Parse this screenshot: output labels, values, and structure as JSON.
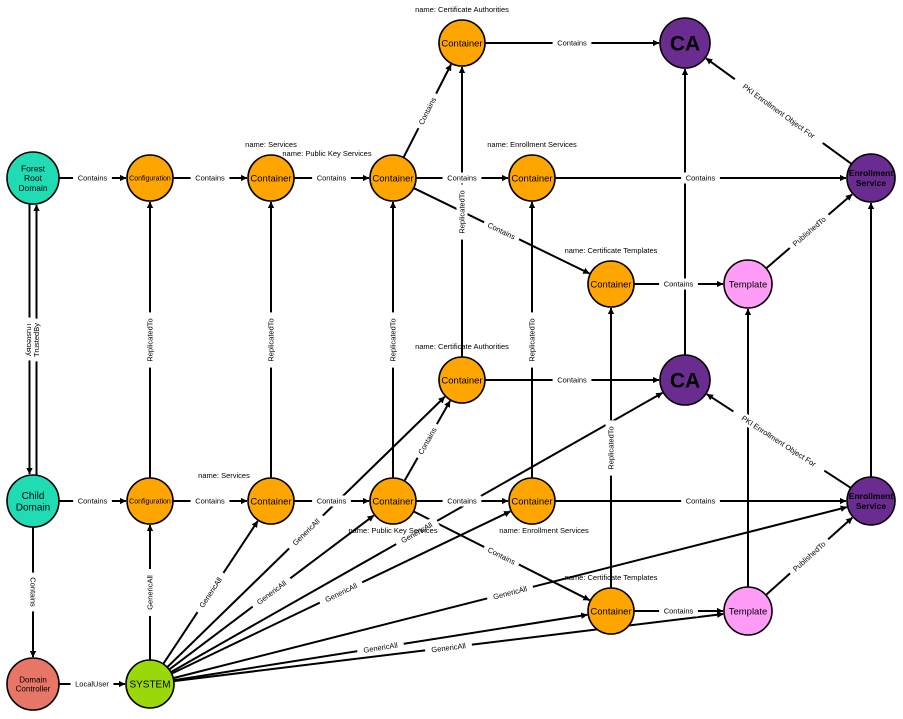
{
  "colors": {
    "domain": "#1fdcb4",
    "container": "#ffa500",
    "ca": "#6a2c91",
    "enrollment": "#6a2c91",
    "template": "#ff9cf7",
    "dc": "#e87666",
    "system": "#9ad80a",
    "edge": "#000000"
  },
  "nodes": [
    {
      "id": "forest",
      "label": "Forest Root Domain",
      "kind": "domain"
    },
    {
      "id": "child",
      "label": "Child Domain",
      "kind": "domain"
    },
    {
      "id": "dc",
      "label": "Domain Controller",
      "kind": "dc"
    },
    {
      "id": "system",
      "label": "SYSTEM",
      "kind": "system"
    },
    {
      "id": "cfg1",
      "label": "Configuration",
      "kind": "container"
    },
    {
      "id": "cfg2",
      "label": "Configuration",
      "kind": "container"
    },
    {
      "id": "svc1",
      "label": "Container",
      "kind": "container",
      "name": "name: Services"
    },
    {
      "id": "svc2",
      "label": "Container",
      "kind": "container",
      "name": "name: Services"
    },
    {
      "id": "pks1",
      "label": "Container",
      "kind": "container",
      "name": "name: Public Key Services"
    },
    {
      "id": "pks2",
      "label": "Container",
      "kind": "container",
      "name": "name: Public Key Services"
    },
    {
      "id": "cas1",
      "label": "Container",
      "kind": "container",
      "name": "name: Certificate Authorities"
    },
    {
      "id": "cas2",
      "label": "Container",
      "kind": "container",
      "name": "name: Certificate Authorities"
    },
    {
      "id": "es1",
      "label": "Container",
      "kind": "container",
      "name": "name: Enrollment Services"
    },
    {
      "id": "es2",
      "label": "Container",
      "kind": "container",
      "name": "name: Enrollment Services"
    },
    {
      "id": "ct1",
      "label": "Container",
      "kind": "container",
      "name": "name: Certificate Templates"
    },
    {
      "id": "ct2",
      "label": "Container",
      "kind": "container",
      "name": "name: Certificate Templates"
    },
    {
      "id": "ca1",
      "label": "CA",
      "kind": "ca"
    },
    {
      "id": "ca2",
      "label": "CA",
      "kind": "ca"
    },
    {
      "id": "tpl1",
      "label": "Template",
      "kind": "template"
    },
    {
      "id": "tpl2",
      "label": "Template",
      "kind": "template"
    },
    {
      "id": "enr1",
      "label": "Enrollment Service",
      "kind": "enrollment"
    },
    {
      "id": "enr2",
      "label": "Enrollment Service",
      "kind": "enrollment"
    }
  ],
  "edges": [
    {
      "from": "forest",
      "to": "cfg1",
      "label": "Contains"
    },
    {
      "from": "cfg1",
      "to": "svc1",
      "label": "Contains"
    },
    {
      "from": "svc1",
      "to": "pks1",
      "label": "Contains"
    },
    {
      "from": "pks1",
      "to": "cas1",
      "label": "Contains"
    },
    {
      "from": "pks1",
      "to": "es1",
      "label": "Contains"
    },
    {
      "from": "pks1",
      "to": "ct1",
      "label": "Contains"
    },
    {
      "from": "cas1",
      "to": "ca1",
      "label": "Contains"
    },
    {
      "from": "es1",
      "to": "enr1",
      "label": "Contains"
    },
    {
      "from": "ct1",
      "to": "tpl1",
      "label": "Contains"
    },
    {
      "from": "tpl1",
      "to": "enr1",
      "label": "PublishedTo"
    },
    {
      "from": "enr1",
      "to": "ca1",
      "label": "PKI Enrollment Object For"
    },
    {
      "from": "child",
      "to": "cfg2",
      "label": "Contains"
    },
    {
      "from": "cfg2",
      "to": "svc2",
      "label": "Contains"
    },
    {
      "from": "svc2",
      "to": "pks2",
      "label": "Contains"
    },
    {
      "from": "pks2",
      "to": "cas2",
      "label": "Contains"
    },
    {
      "from": "pks2",
      "to": "es2",
      "label": "Contains"
    },
    {
      "from": "pks2",
      "to": "ct2",
      "label": "Contains"
    },
    {
      "from": "cas2",
      "to": "ca2",
      "label": "Contains"
    },
    {
      "from": "es2",
      "to": "enr2",
      "label": "Contains"
    },
    {
      "from": "ct2",
      "to": "tpl2",
      "label": "Contains"
    },
    {
      "from": "tpl2",
      "to": "enr2",
      "label": "PublishedTo"
    },
    {
      "from": "enr2",
      "to": "ca2",
      "label": "PKI Enrollment Object For"
    },
    {
      "from": "cfg2",
      "to": "cfg1",
      "label": "ReplicatedTo"
    },
    {
      "from": "svc2",
      "to": "svc1",
      "label": "ReplicatedTo"
    },
    {
      "from": "pks2",
      "to": "pks1",
      "label": "ReplicatedTo"
    },
    {
      "from": "cas2",
      "to": "cas1",
      "label": "ReplicatedTo"
    },
    {
      "from": "es2",
      "to": "es1",
      "label": "ReplicatedTo"
    },
    {
      "from": "ct2",
      "to": "ct1",
      "label": "ReplicatedTo"
    },
    {
      "from": "ca2",
      "to": "ca1",
      "label": ""
    },
    {
      "from": "tpl2",
      "to": "tpl1",
      "label": ""
    },
    {
      "from": "enr2",
      "to": "enr1",
      "label": ""
    },
    {
      "from": "forest",
      "to": "child",
      "label": "TrustedBy"
    },
    {
      "from": "child",
      "to": "forest",
      "label": "TrustedBy"
    },
    {
      "from": "child",
      "to": "dc",
      "label": "Contains"
    },
    {
      "from": "dc",
      "to": "system",
      "label": "LocalUser"
    },
    {
      "from": "system",
      "to": "cfg2",
      "label": "GenericAll"
    },
    {
      "from": "system",
      "to": "svc2",
      "label": "GenericAll"
    },
    {
      "from": "system",
      "to": "pks2",
      "label": "GenericAll"
    },
    {
      "from": "system",
      "to": "cas2",
      "label": "GenericAll"
    },
    {
      "from": "system",
      "to": "es2",
      "label": "GenericAll"
    },
    {
      "from": "system",
      "to": "ca2",
      "label": "GenericAll"
    },
    {
      "from": "system",
      "to": "enr2",
      "label": "GenericAll"
    },
    {
      "from": "system",
      "to": "ct2",
      "label": "GenericAll"
    },
    {
      "from": "system",
      "to": "tpl2",
      "label": "GenericAll"
    }
  ]
}
